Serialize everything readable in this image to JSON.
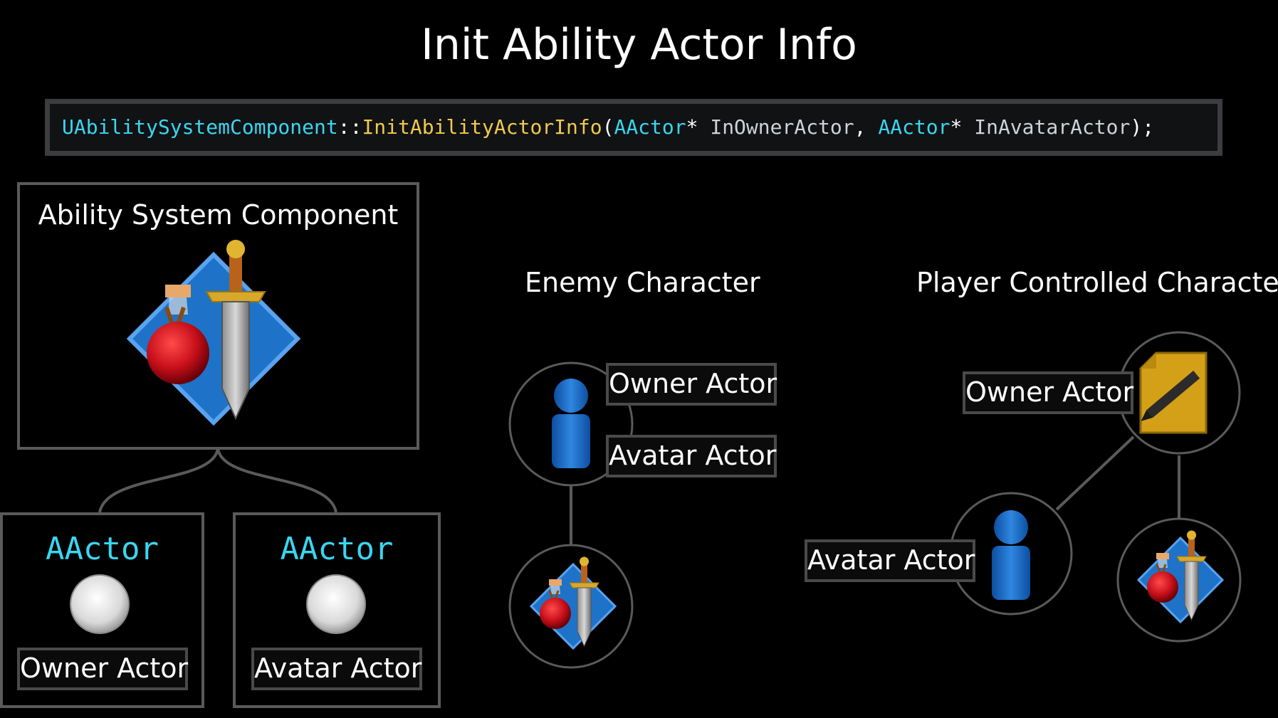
{
  "title": "Init Ability Actor Info",
  "code": {
    "class": "UAbilitySystemComponent",
    "sep": "::",
    "func": "InitAbilityActorInfo",
    "open": "(",
    "type1": "AActor",
    "star1": "*",
    "param1": " InOwnerActor",
    "comma": ", ",
    "type2": "AActor",
    "star2": "*",
    "param2": " InAvatarActor",
    "close": ");"
  },
  "asc_panel": {
    "heading": "Ability System Component",
    "icon": "ability-system-icon"
  },
  "left_actors": [
    {
      "type_label": "AActor",
      "role_label": "Owner Actor"
    },
    {
      "type_label": "AActor",
      "role_label": "Avatar Actor"
    }
  ],
  "enemy": {
    "heading": "Enemy Character",
    "owner_label": "Owner Actor",
    "avatar_label": "Avatar Actor"
  },
  "player": {
    "heading": "Player Controlled Character",
    "owner_label": "Owner Actor",
    "avatar_label": "Avatar Actor",
    "owner_icon": "player-state-icon"
  },
  "colors": {
    "code_type": "#3ad6f0",
    "code_function": "#f2c94c",
    "pawn_blue": "#1565c0",
    "diamond_blue": "#1e73c8",
    "potion_red": "#c8101a",
    "note_gold": "#d4a017"
  }
}
